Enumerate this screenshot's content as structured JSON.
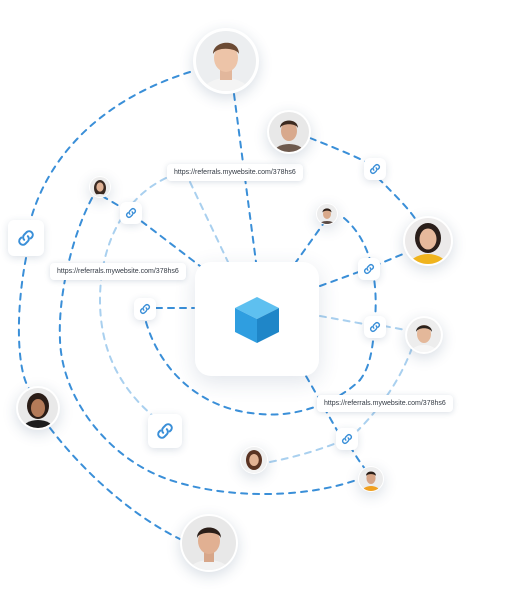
{
  "diagram": {
    "referral_urls": [
      "https://referrals.mywebsite.com/378hs6",
      "https://referrals.mywebsite.com/378hs6",
      "https://referrals.mywebsite.com/378hs6"
    ],
    "hub_icon": "cube-icon",
    "link_icon": "link-icon",
    "colors": {
      "line_dark": "#3a8fd8",
      "line_light": "#a9d0ef",
      "cube_top": "#5ec0f0",
      "cube_left": "#2f9ee0",
      "cube_right": "#1f86c8"
    }
  }
}
